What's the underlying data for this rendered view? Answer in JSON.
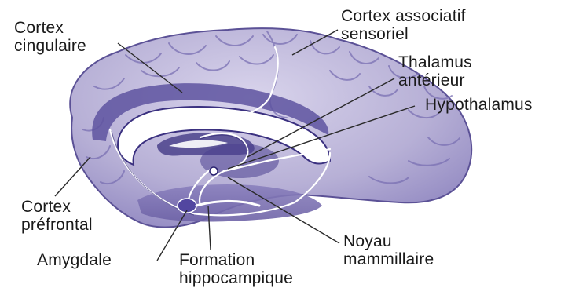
{
  "labels": {
    "cortex_cingulaire": [
      "Cortex",
      "cingulaire"
    ],
    "cortex_associatif": [
      "Cortex associatif",
      "sensoriel"
    ],
    "thalamus": [
      "Thalamus",
      "antérieur"
    ],
    "hypothalamus": "Hypothalamus",
    "cortex_prefrontal": [
      "Cortex",
      "préfrontal"
    ],
    "amygdale": "Amygdale",
    "formation": [
      "Formation",
      "hippocampique"
    ],
    "noyau": [
      "Noyau",
      "mammillaire"
    ]
  },
  "colors": {
    "cortex_fill": "#b7b0d6",
    "cortex_dark": "#6d62a6",
    "limbic_band": "#3b3180",
    "white_space": "#ffffff",
    "leader_line": "#2a2a2a"
  }
}
